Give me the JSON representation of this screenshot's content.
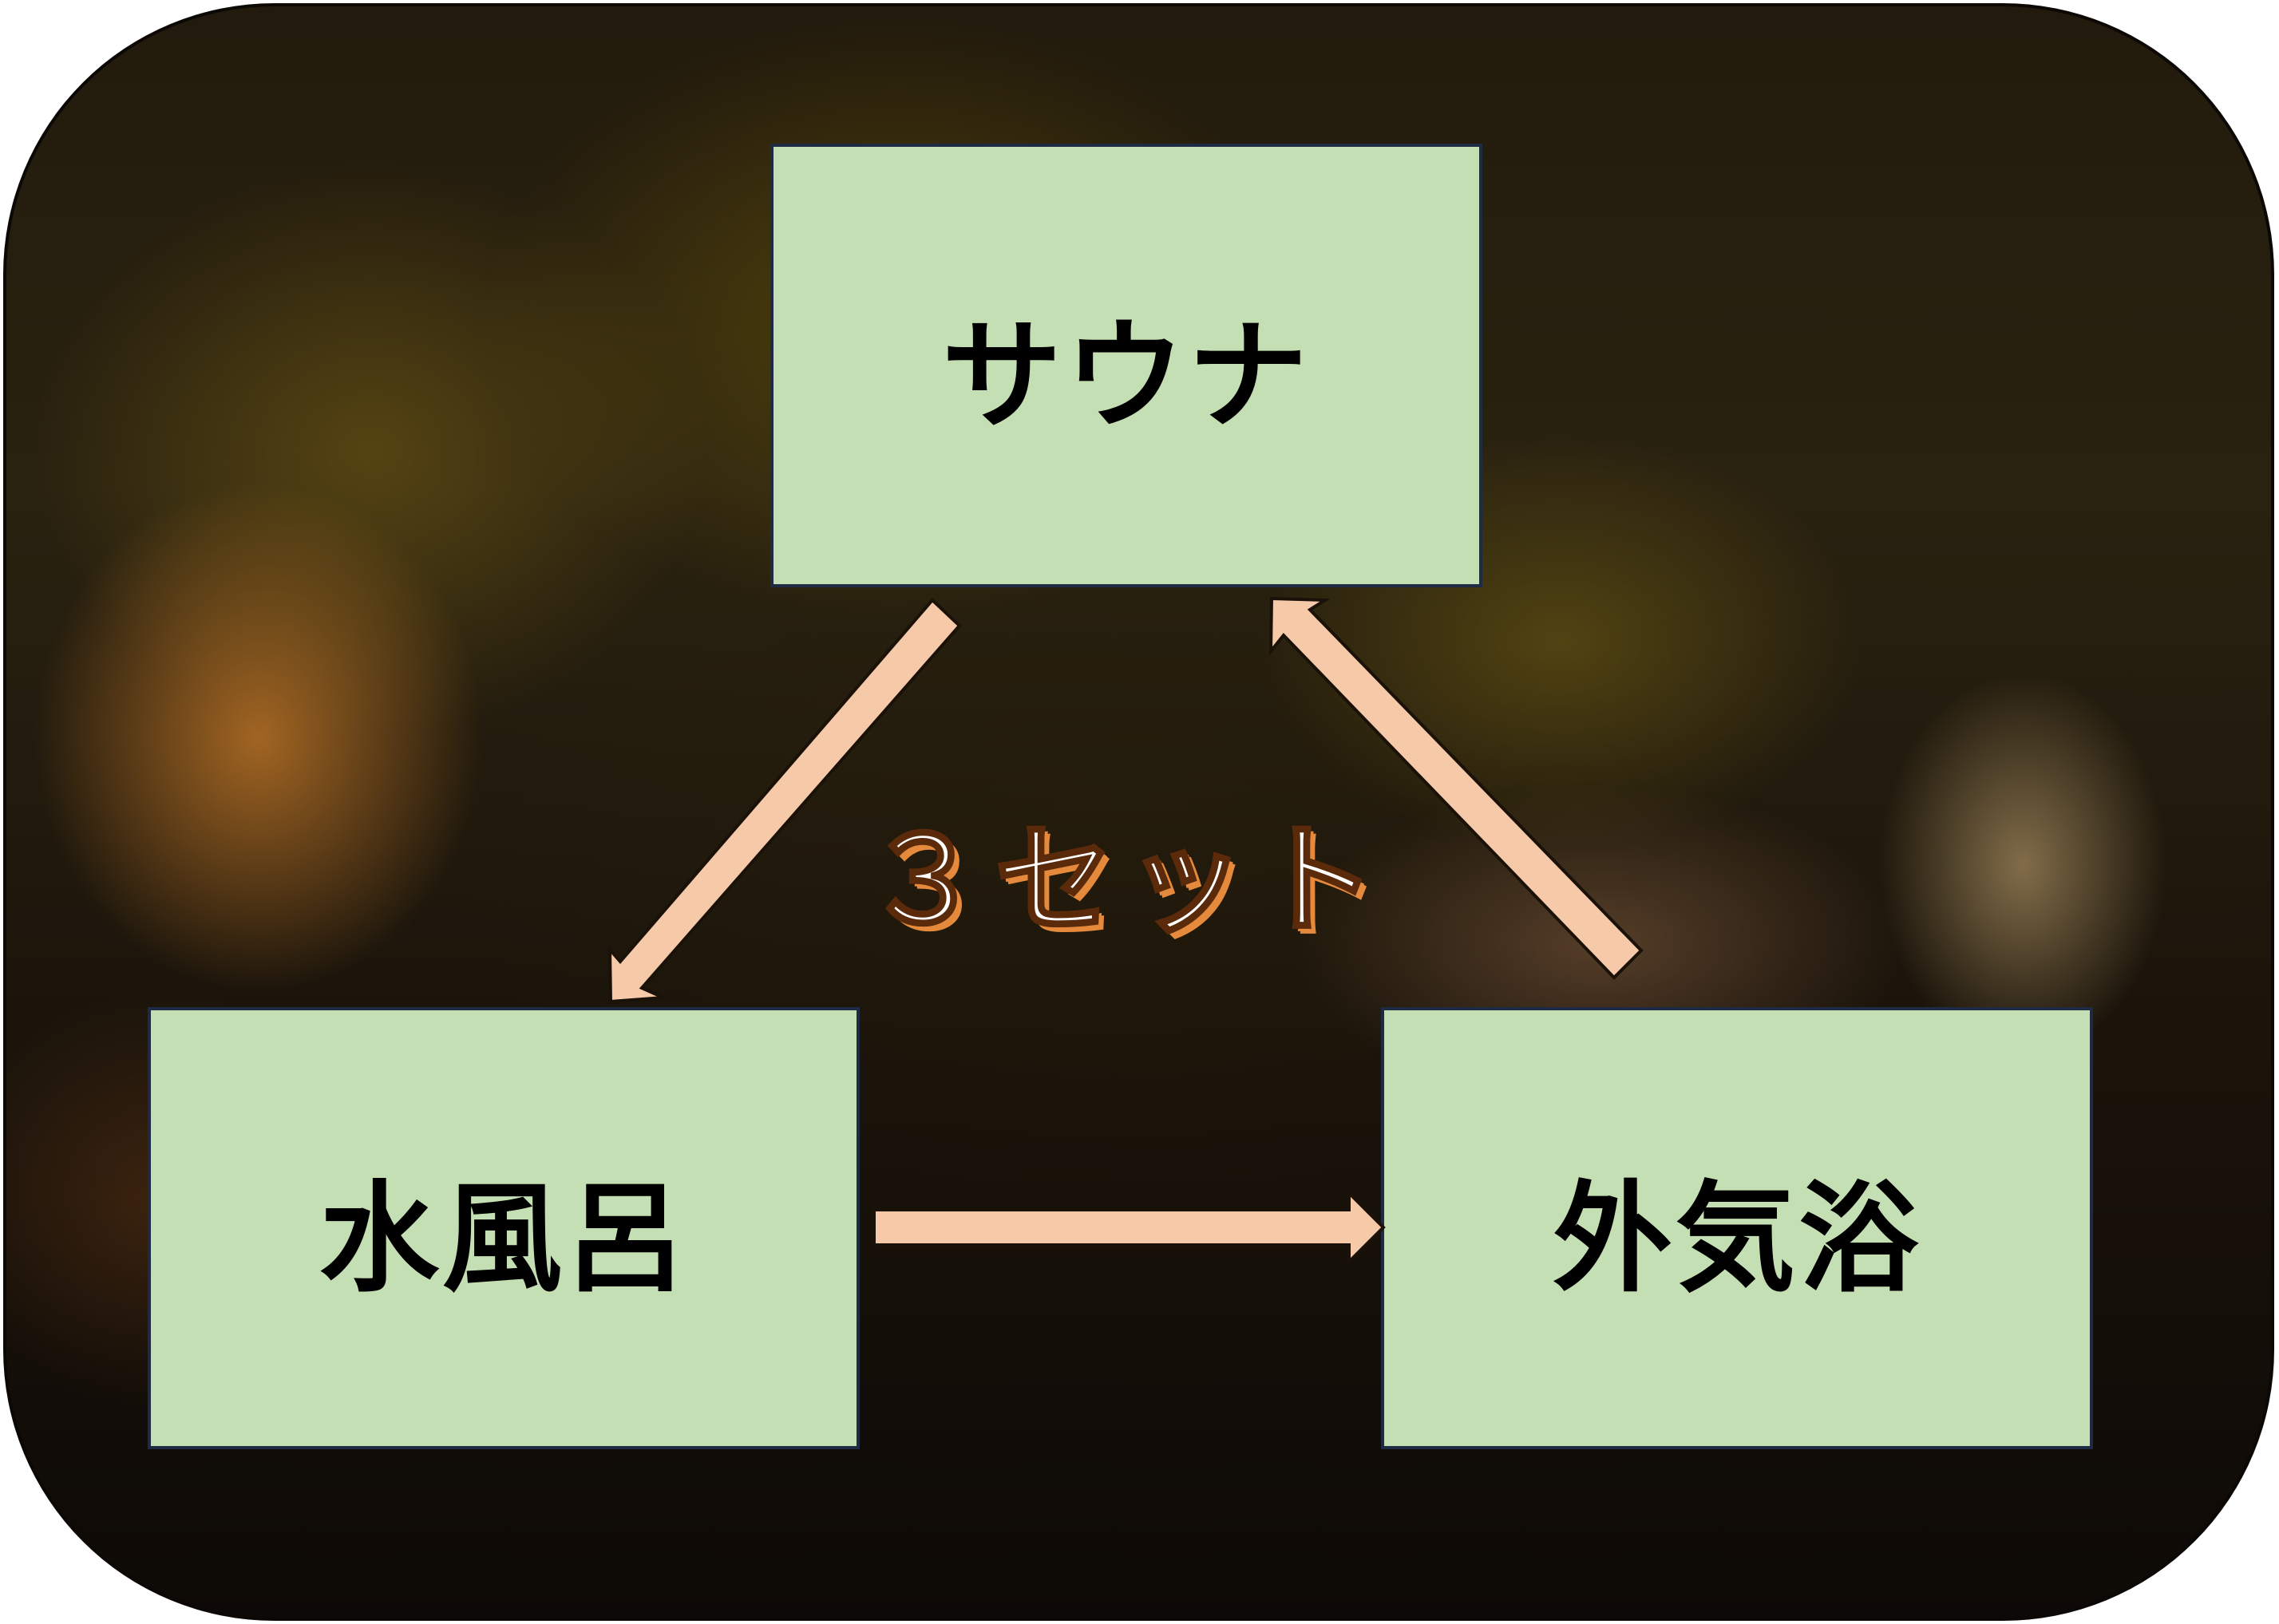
{
  "diagram": {
    "nodes": {
      "top": {
        "label": "サウナ"
      },
      "bottom_left": {
        "label": "水風呂"
      },
      "bottom_right": {
        "label": "外気浴"
      }
    },
    "center_label": "３セット",
    "edges": [
      {
        "from": "サウナ",
        "to": "水風呂"
      },
      {
        "from": "水風呂",
        "to": "外気浴"
      },
      {
        "from": "外気浴",
        "to": "サウナ"
      }
    ],
    "colors": {
      "box_fill": "#c5dfb4",
      "box_border": "#1f2a44",
      "arrow_fill": "#f6c9a9",
      "label_shadow": "#e58a3c"
    }
  }
}
